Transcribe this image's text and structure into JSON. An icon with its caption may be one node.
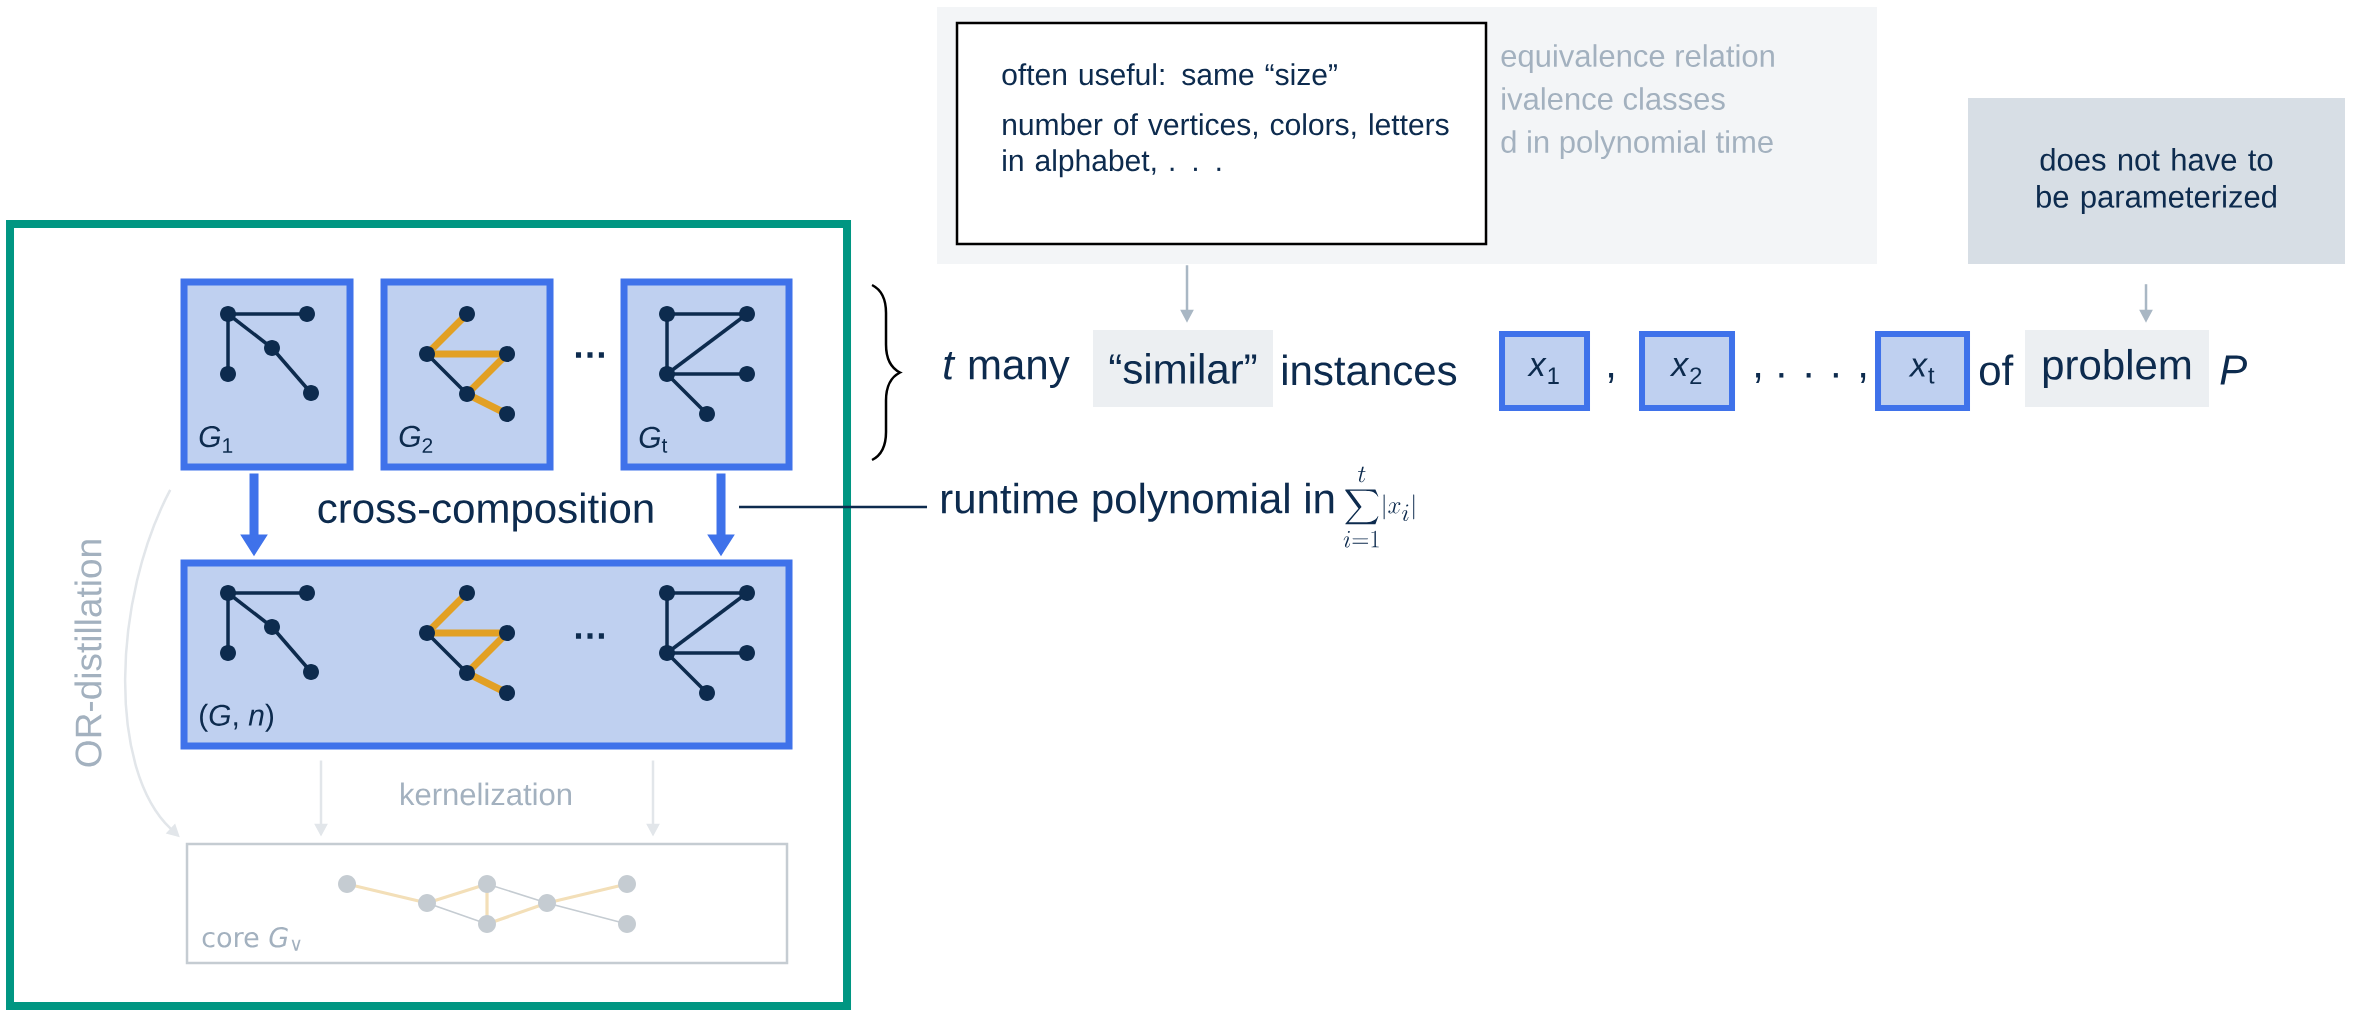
{
  "diagram": {
    "nodes": [
      {
        "text": [],
        "shape": "box"
      },
      {
        "text": [
          "*G*$_{1}$"
        ],
        "in": 0
      },
      {
        "text": [
          "*G*$_{2}$"
        ],
        "in": 0
      },
      {
        "text": [
          "*G*$_{t}$"
        ],
        "in": 0
      },
      {
        "text": [
          "(*G*, *n*)",
          "…"
        ],
        "in": 0
      },
      {
        "text": [
          "core *G*$_{∨}$"
        ],
        "in": 0
      },
      {
        "text": [
          "equivalence relation",
          "ivalence classes",
          "d in polynomial time"
        ]
      },
      {
        "text": [
          "often useful: same “size”",
          "number of vertices, colors, letters in alphabet, . . ."
        ],
        "in": 6
      },
      {
        "text": [
          "“similar”"
        ]
      },
      {
        "text": [
          "*x*$_{1}$"
        ]
      },
      {
        "text": [
          "*x*$_{2}$"
        ]
      },
      {
        "text": [
          "*x*$_{t}$"
        ]
      },
      {
        "text": [
          "problem"
        ]
      },
      {
        "text": [
          "does not have to be parameterized"
        ]
      },
      {
        "text": [
          "runtime polynomial in",
          "\\sum_{i=1}^{t} \\lvert x_i \\rvert"
        ]
      }
    ],
    "edges": [
      {
        "from": 1,
        "to": 4,
        "arrow": "to",
        "style": "thick",
        "color": "#3f72ea"
      },
      {
        "from": 3,
        "to": 4,
        "arrow": "to",
        "style": "thick",
        "color": "#3f72ea"
      },
      {
        "from": 4,
        "to": 5,
        "arrow": "to",
        "color": "#e2e6ea"
      },
      {
        "from": 4,
        "to": 5,
        "arrow": "to",
        "color": "#e2e6ea"
      },
      {
        "from": 1,
        "to": 5,
        "arrow": "to",
        "label": "OR-distillation",
        "color": "#e2e6ea"
      },
      {
        "from": 7,
        "to": 8,
        "arrow": "to",
        "color": "#a9b7c4"
      },
      {
        "from": 13,
        "to": 12,
        "arrow": "to",
        "color": "#a9b7c4"
      },
      {
        "from": 14,
        "to": null,
        "arrow": "none",
        "color": "#0d2b4e"
      }
    ],
    "labels": [
      "cross-composition",
      "…",
      "kernelization",
      "*t* many",
      "instances",
      ",",
      ", . . . ,",
      "of",
      "*P*"
    ]
  }
}
